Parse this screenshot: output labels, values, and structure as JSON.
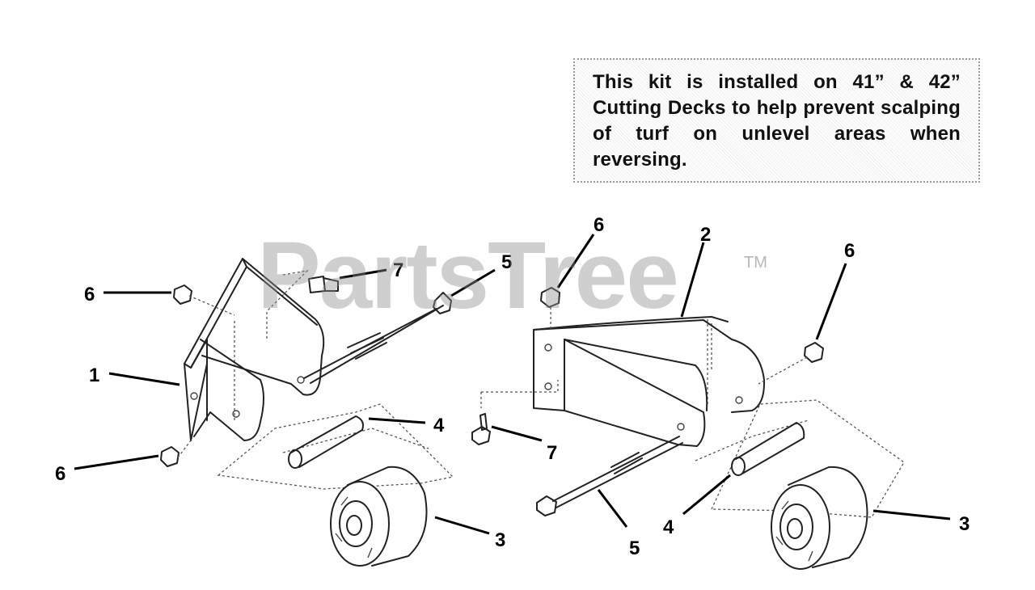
{
  "note": {
    "text": "This kit is installed on 41” & 42” Cutting Decks to help prevent scalping of turf on unlevel areas when reversing."
  },
  "watermark": {
    "text": "PartsTree",
    "trademark": "TM"
  },
  "callouts": {
    "left": {
      "bracket": "1",
      "nut_top": "6",
      "nut_bottom": "6",
      "bolt_short": "7",
      "bolt_long": "5",
      "spacer": "4",
      "roller": "3"
    },
    "right": {
      "bracket": "2",
      "nut_top": "6",
      "nut_right": "6",
      "bolt_short": "7",
      "bolt_long": "5",
      "spacer": "4",
      "roller": "3"
    }
  }
}
